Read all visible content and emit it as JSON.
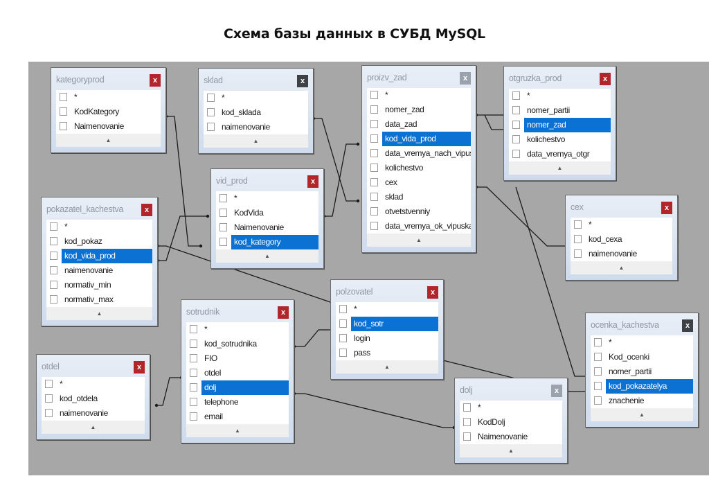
{
  "page": {
    "title": "Схема базы данных в СУБД MySQL"
  },
  "close_label": "x",
  "scroll_glyph": "▲",
  "colors": {
    "canvas": "#a7a7a7",
    "selected_row": "#0b72d4",
    "close_red": "#b0262b",
    "close_dark": "#3e4246",
    "close_gray": "#9aa3ad"
  },
  "tables": {
    "kategoryprod": {
      "name": "kategoryprod",
      "fields": [
        "*",
        "KodKategory",
        "Naimenovanie"
      ],
      "selected": null
    },
    "sklad": {
      "name": "sklad",
      "fields": [
        "*",
        "kod_sklada",
        "naimenovanie"
      ],
      "selected": null
    },
    "proizv_zad": {
      "name": "proizv_zad",
      "fields": [
        "*",
        "nomer_zad",
        "data_zad",
        "kod_vida_prod",
        "data_vremya_nach_vipuska",
        "kolichestvo",
        "cex",
        "sklad",
        "otvetstvenniy",
        "data_vremya_ok_vipuska"
      ],
      "selected": "kod_vida_prod"
    },
    "otgruzka_prod": {
      "name": "otgruzka_prod",
      "fields": [
        "*",
        "nomer_partii",
        "nomer_zad",
        "kolichestvo",
        "data_vremya_otgr"
      ],
      "selected": "nomer_zad"
    },
    "vid_prod": {
      "name": "vid_prod",
      "fields": [
        "*",
        "KodVida",
        "Naimenovanie",
        "kod_kategory"
      ],
      "selected": "kod_kategory"
    },
    "pokazatel_kachestva": {
      "name": "pokazatel_kachestva",
      "fields": [
        "*",
        "kod_pokaz",
        "kod_vida_prod",
        "naimenovanie",
        "normativ_min",
        "normativ_max"
      ],
      "selected": "kod_vida_prod"
    },
    "cex": {
      "name": "cex",
      "fields": [
        "*",
        "kod_cexa",
        "naimenovanie"
      ],
      "selected": null
    },
    "polzovatel": {
      "name": "polzovatel",
      "fields": [
        "*",
        "kod_sotr",
        "login",
        "pass"
      ],
      "selected": "kod_sotr"
    },
    "sotrudnik": {
      "name": "sotrudnik",
      "fields": [
        "*",
        "kod_sotrudnika",
        "FIO",
        "otdel",
        "dolj",
        "telephone",
        "email"
      ],
      "selected": "dolj"
    },
    "otdel": {
      "name": "otdel",
      "fields": [
        "*",
        "kod_otdela",
        "naimenovanie"
      ],
      "selected": null
    },
    "dolj": {
      "name": "dolj",
      "fields": [
        "*",
        "KodDolj",
        "Naimenovanie"
      ],
      "selected": null
    },
    "ocenka_kachestva": {
      "name": "ocenka_kachestva",
      "fields": [
        "*",
        "Kod_ocenki",
        "nomer_partii",
        "kod_pokazatelya",
        "znachenie"
      ],
      "selected": "kod_pokazatelya"
    }
  },
  "relations": [
    {
      "from": "kategoryprod.KodKategory",
      "to": "vid_prod.kod_kategory"
    },
    {
      "from": "sklad.kod_sklada",
      "to": "proizv_zad.sklad"
    },
    {
      "from": "vid_prod.KodVida",
      "to": "proizv_zad.kod_vida_prod"
    },
    {
      "from": "vid_prod.KodVida",
      "to": "pokazatel_kachestva.kod_vida_prod"
    },
    {
      "from": "proizv_zad.nomer_zad",
      "to": "otgruzka_prod.nomer_zad"
    },
    {
      "from": "proizv_zad.cex",
      "to": "cex.kod_cexa"
    },
    {
      "from": "otgruzka_prod.nomer_partii",
      "to": "ocenka_kachestva.nomer_partii"
    },
    {
      "from": "pokazatel_kachestva.kod_pokaz",
      "to": "ocenka_kachestva.kod_pokazatelya"
    },
    {
      "from": "sotrudnik.kod_sotrudnika",
      "to": "polzovatel.kod_sotr"
    },
    {
      "from": "otdel.kod_otdela",
      "to": "sotrudnik.otdel"
    },
    {
      "from": "sotrudnik.dolj",
      "to": "dolj.KodDolj"
    }
  ]
}
